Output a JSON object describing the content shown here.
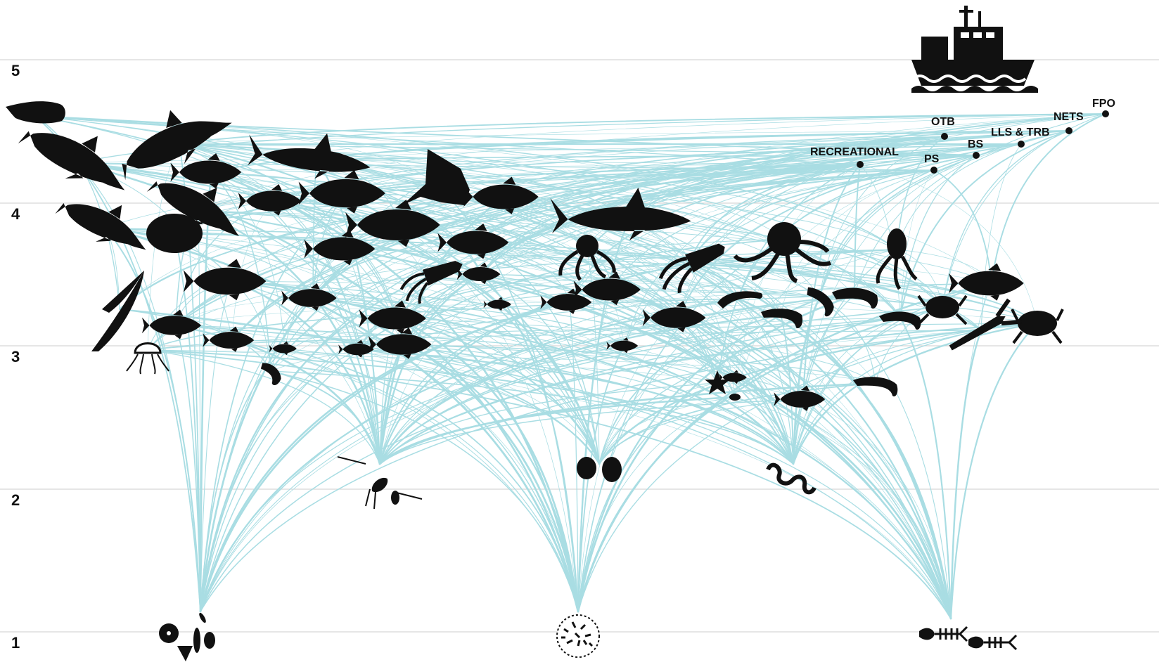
{
  "axis": {
    "ticks": [
      "1",
      "2",
      "3",
      "4",
      "5"
    ]
  },
  "fleets": [
    {
      "id": "recreational",
      "label": "RECREATIONAL"
    },
    {
      "id": "otb",
      "label": "OTB"
    },
    {
      "id": "ps",
      "label": "PS"
    },
    {
      "id": "bs",
      "label": "BS"
    },
    {
      "id": "lls_trb",
      "label": "LLS & TRB"
    },
    {
      "id": "nets",
      "label": "NETS"
    },
    {
      "id": "fpo",
      "label": "FPO"
    }
  ],
  "icons": {
    "fishing_vessel": "fishing-boat-icon",
    "phytoplankton": "phytoplankton-icon",
    "detritus": "detritus-icon",
    "discards": "fish-skeleton-icon",
    "zooplankton": "copepod-krill-icon",
    "benthic_meiofauna": "amphipod-icon",
    "polychaetes": "worm-icon",
    "jellyfish": "jellyfish-icon",
    "seabird": "seabird-icon",
    "dolphin": "dolphin-icon",
    "shark": "shark-icon",
    "ray": "ray-icon",
    "turtle": "turtle-icon",
    "octopus": "octopus-icon",
    "squid": "squid-icon",
    "shrimp": "shrimp-icon",
    "crab": "crab-icon",
    "lobster": "lobster-icon",
    "fish": "fish-icon",
    "starfish": "starfish-icon"
  },
  "colors": {
    "links": "#a9dde3",
    "silhouettes": "#111111",
    "gridlines": "#d6d6d6"
  }
}
